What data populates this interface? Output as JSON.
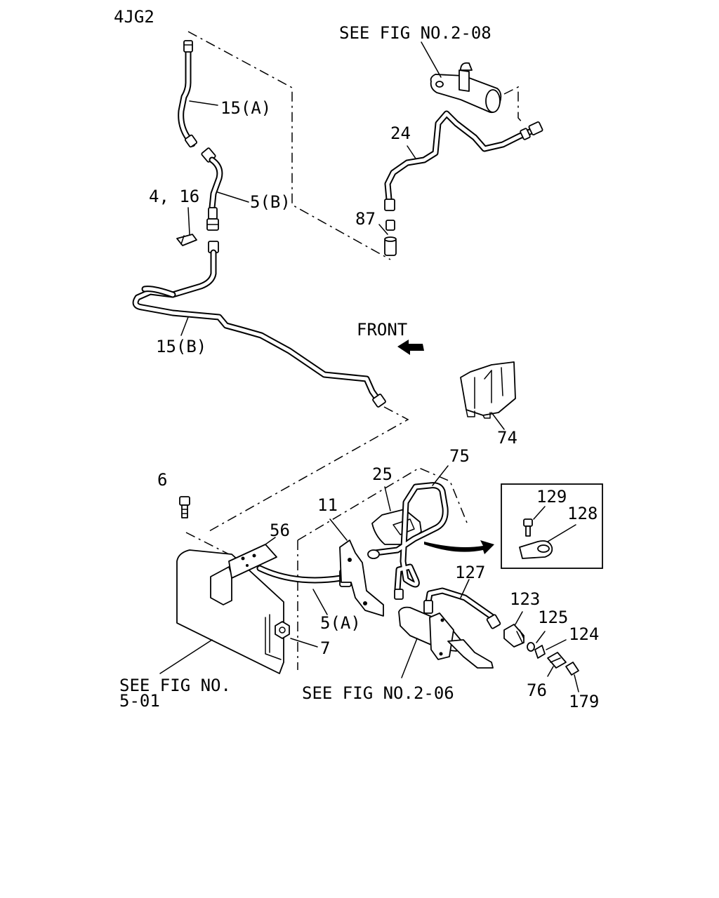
{
  "diagram_code": "4JG2",
  "references": {
    "see_fig_2_08": "SEE FIG NO.2-08",
    "see_fig_5_01_line1": "SEE FIG NO.",
    "see_fig_5_01_line2": "5-01",
    "see_fig_2_06": "SEE FIG NO.2-06"
  },
  "direction_label": "FRONT",
  "callouts": {
    "c15a": "15(A)",
    "c5b": "5(B)",
    "c4_16": "4, 16",
    "c15b": "15(B)",
    "c24": "24",
    "c87": "87",
    "c74": "74",
    "c6": "6",
    "c56": "56",
    "c11": "11",
    "c25": "25",
    "c75": "75",
    "c129": "129",
    "c128": "128",
    "c127": "127",
    "c123": "123",
    "c125": "125",
    "c124": "124",
    "c5a": "5(A)",
    "c7": "7",
    "c76": "76",
    "c179": "179"
  }
}
